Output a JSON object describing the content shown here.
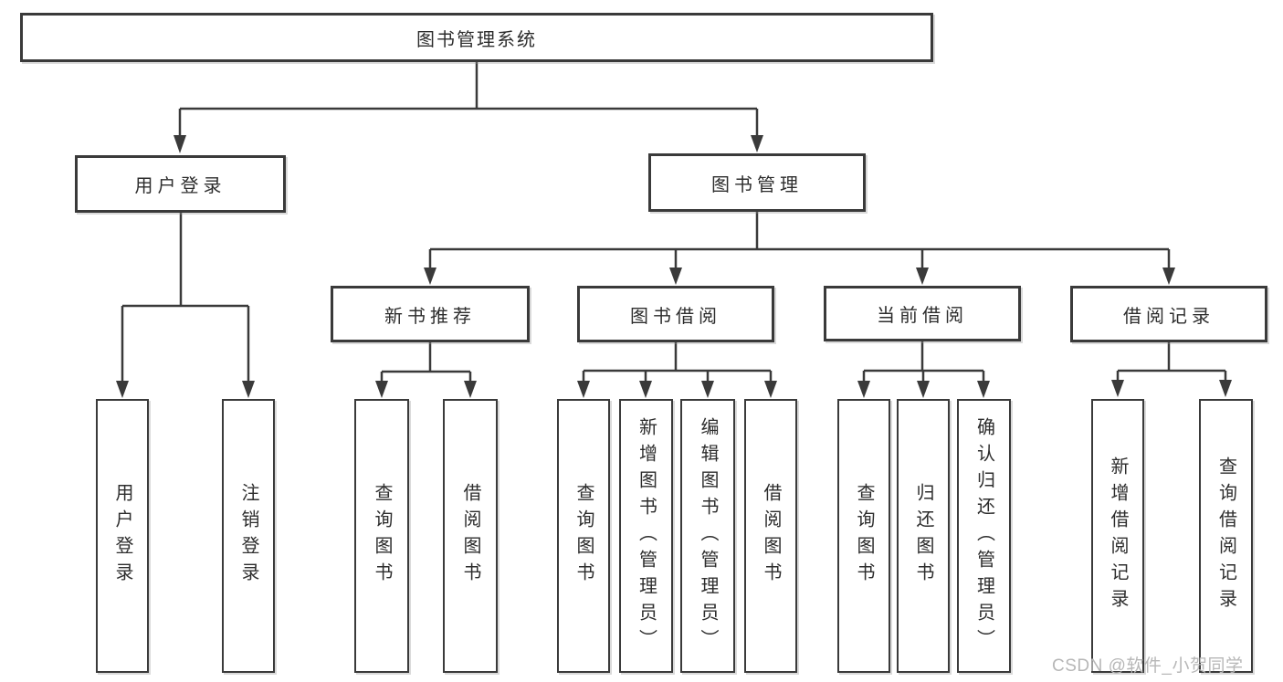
{
  "diagram": {
    "type": "hierarchy-tree",
    "root": {
      "label": "图书管理系统"
    },
    "branches": [
      {
        "label": "用户登录",
        "children": [
          {
            "label": "用户登录"
          },
          {
            "label": "注销登录"
          }
        ]
      },
      {
        "label": "图书管理",
        "groups": [
          {
            "label": "新书推荐",
            "children": [
              {
                "label": "查询图书"
              },
              {
                "label": "借阅图书"
              }
            ]
          },
          {
            "label": "图书借阅",
            "children": [
              {
                "label": "查询图书"
              },
              {
                "label": "新增图书（管理员）"
              },
              {
                "label": "编辑图书（管理员）"
              },
              {
                "label": "借阅图书"
              }
            ]
          },
          {
            "label": "当前借阅",
            "children": [
              {
                "label": "查询图书"
              },
              {
                "label": "归还图书"
              },
              {
                "label": "确认归还（管理员）"
              }
            ]
          },
          {
            "label": "借阅记录",
            "children": [
              {
                "label": "新增借阅记录"
              },
              {
                "label": "查询借阅记录"
              }
            ]
          }
        ]
      }
    ],
    "colors": {
      "line": "#3a3a3a",
      "box_border": "#3a3a3a",
      "box_fill": "#ffffff",
      "text": "#2d2d2d",
      "watermark": "#b7b7b7"
    }
  },
  "watermark": {
    "text": "CSDN @软件_小贺同学"
  }
}
